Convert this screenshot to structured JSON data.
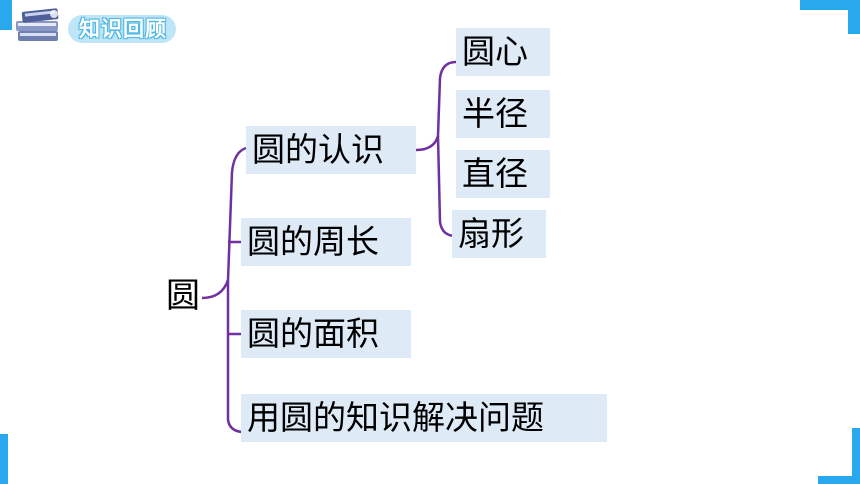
{
  "header": {
    "badge_text": "知识回顾",
    "books_icon": "books-icon"
  },
  "colors": {
    "frame": "#2aa8ee",
    "connector": "#7030a0",
    "node_fill": "#deebf7",
    "badge_pill": "#bfe6f7"
  },
  "mindmap": {
    "root": "圆",
    "branches": [
      {
        "label": "圆的认识",
        "children": [
          "圆心",
          "半径",
          "直径",
          "扇形"
        ]
      },
      {
        "label": "圆的周长"
      },
      {
        "label": "圆的面积"
      },
      {
        "label": "用圆的知识解决问题"
      }
    ]
  }
}
